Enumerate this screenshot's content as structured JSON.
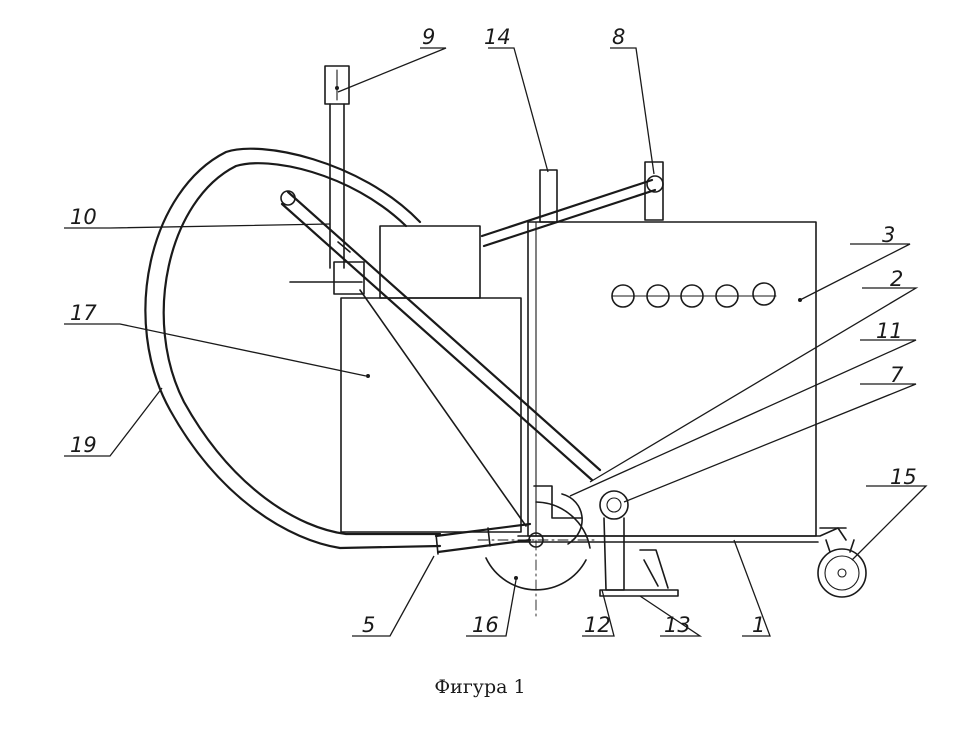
{
  "caption": "Фигура 1",
  "labels": {
    "l1": "1",
    "l2": "2",
    "l3": "3",
    "l5": "5",
    "l7": "7",
    "l8": "8",
    "l9": "9",
    "l10": "10",
    "l11": "11",
    "l12": "12",
    "l13": "13",
    "l14": "14",
    "l15": "15",
    "l16": "16",
    "l17": "17",
    "l19": "19"
  },
  "colors": {
    "ink": "#1a1a1a",
    "paper": "#ffffff"
  }
}
